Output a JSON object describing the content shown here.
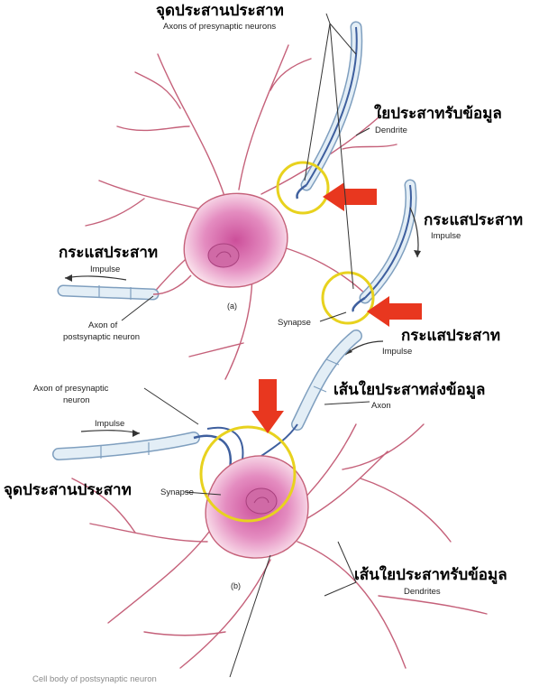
{
  "labels": {
    "top_th": "จุดประสานประสาท",
    "top_en": "Axons of presynaptic neurons",
    "dendrite_th": "ใยประสาทรับข้อมูล",
    "dendrite_en": "Dendrite",
    "impulse_right_th": "กระแสประสาท",
    "impulse_right_en": "Impulse",
    "impulse_left_th": "กระแสประสาท",
    "impulse_left_en": "Impulse",
    "axon_post_en_1": "Axon of",
    "axon_post_en_2": "postsynaptic neuron",
    "panel_a": "(a)",
    "synapse_a": "Synapse",
    "impulse_mid_th": "กระแสประสาท",
    "impulse_mid_en": "Impulse",
    "axon_th": "เส้นใยประสาทส่งข้อมูล",
    "axon_en": "Axon",
    "axon_pre_en_1": "Axon of presynaptic",
    "axon_pre_en_2": "neuron",
    "impulse_b_en": "Impulse",
    "synapse_b_th": "จุดประสานประสาท",
    "synapse_b_en": "Synapse",
    "dendrites_th": "เส้นใยประสาทรับข้อมูล",
    "dendrites_en": "Dendrites",
    "panel_b": "(b)",
    "cell_body_en": "Cell body of postsynaptic neuron"
  },
  "colors": {
    "neuron_stroke": "#c5617a",
    "neuron_fill": "#fbe6ee",
    "soma_pink": "#e48cc0",
    "nucleus": "#d06aa6",
    "myelin_fill": "#e3eef6",
    "myelin_stroke": "#7f9fbf",
    "axon_core": "#3e5f9e",
    "highlight_circle": "#e8d21e",
    "arrow_red": "#e8371f"
  }
}
